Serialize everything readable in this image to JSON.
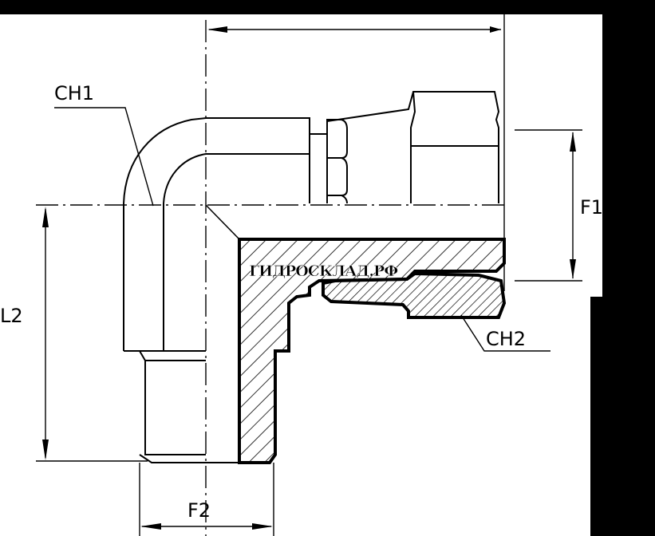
{
  "drawing": {
    "labels": {
      "ch1": "CH1",
      "ch2": "CH2",
      "f1": "F1",
      "f2": "F2",
      "l2": "L2"
    },
    "watermark": "ГИДРОСКЛАД.РФ",
    "colors": {
      "line": "#000000",
      "paper": "#ffffff",
      "outside": "#000000"
    }
  }
}
